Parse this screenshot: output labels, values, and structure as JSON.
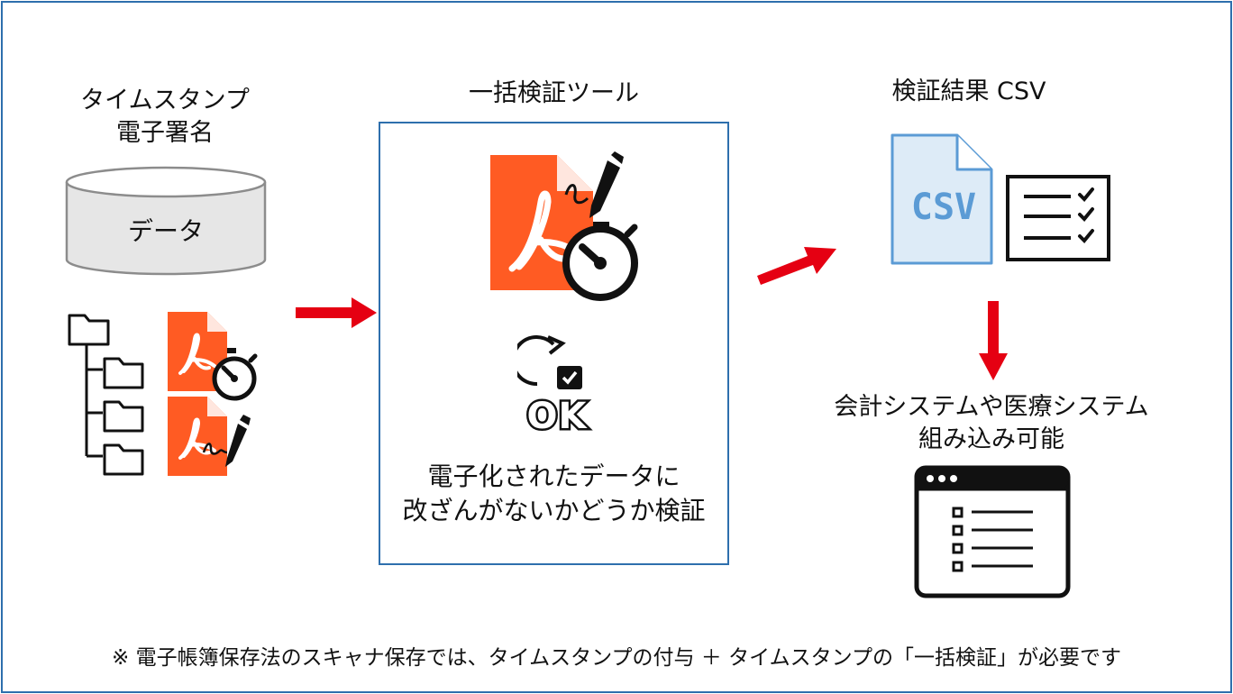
{
  "source_section": {
    "title_line1": "タイムスタンプ",
    "title_line2": "電子署名",
    "database_label": "データ"
  },
  "tool_section": {
    "title": "一括検証ツール",
    "ok_label": "OK",
    "description_line1": "電子化されたデータに",
    "description_line2": "改ざんがないかどうか検証"
  },
  "result_section": {
    "title": "検証結果 CSV",
    "csv_icon_text": "CSV"
  },
  "integration_section": {
    "line1": "会計システムや医療システム",
    "line2": "組み込み可能"
  },
  "footnote": "※ 電子帳簿保存法のスキャナ保存では、タイムスタンプの付与 ＋ タイムスタンプの「一括検証」が必要です",
  "colors": {
    "border_blue": "#2e6fad",
    "arrow_red": "#e50012",
    "pdf_orange": "#ff5b23",
    "csv_blue": "#5b9bd5",
    "csv_fill": "#ddebf7"
  }
}
